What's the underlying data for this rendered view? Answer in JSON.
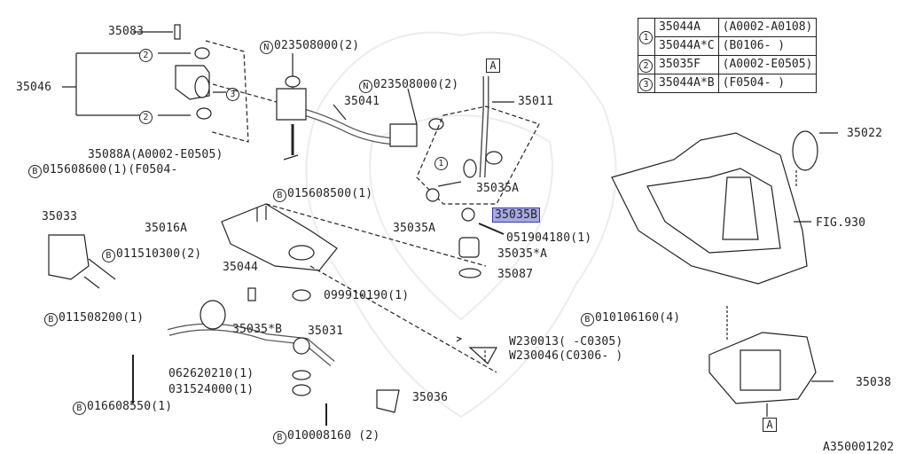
{
  "labels": {
    "p35083": "35083",
    "p35046": "35046",
    "p35088a": "35088A(A0002-E0505)",
    "p015608600": "015608600(1)(F0504-",
    "p023508000_a": "023508000(2)",
    "p023508000_b": "023508000(2)",
    "p35041": "35041",
    "p35011": "35011",
    "p35035a_upper": "35035A",
    "p35035a_lower": "35035A",
    "p35035b": "35035B",
    "p051904180": "051904180(1)",
    "p35035sa": "35035*A",
    "p35087": "35087",
    "p015608500": "015608500(1)",
    "p35033": "35033",
    "p35016a": "35016A",
    "p011510300": "011510300(2)",
    "p35044": "35044",
    "p011508200": "011508200(1)",
    "p099910190": "099910190(1)",
    "p35035sb": "35035*B",
    "p35031": "35031",
    "p062620210": "062620210(1)",
    "p031524000": "031524000(1)",
    "p016608550": "016608550(1)",
    "p35036": "35036",
    "p010008160": "010008160 (2)",
    "pW230013": "W230013(        -C0305)",
    "pW230046": "W230046(C0306-       )",
    "p35022": "35022",
    "pfig930": "FIG.930",
    "p010106160": "010106160(4)",
    "p35038": "35038",
    "diagram_id": "A350001202"
  },
  "markers": {
    "b": "B",
    "n": "N",
    "one": "1",
    "two": "2",
    "three": "3",
    "a": "A"
  },
  "ref_table": [
    {
      "num": "1",
      "part": "35044A",
      "range": "(A0002-A0108)"
    },
    {
      "num": "",
      "part": "35044A*C",
      "range": "(B0106-       )"
    },
    {
      "num": "2",
      "part": "35035F",
      "range": "(A0002-E0505)"
    },
    {
      "num": "3",
      "part": "35044A*B",
      "range": "(F0504-       )"
    }
  ]
}
